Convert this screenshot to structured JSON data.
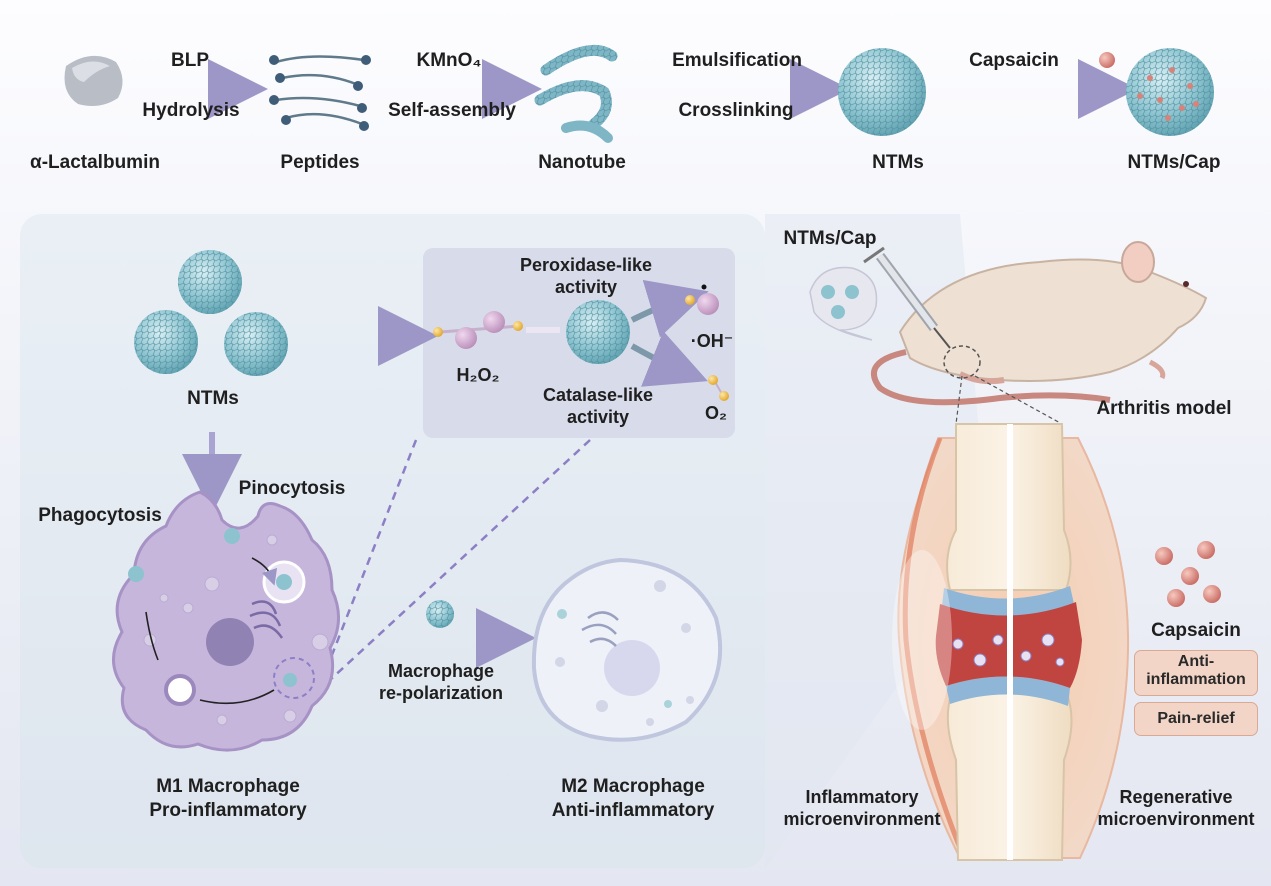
{
  "pipeline": {
    "steps": [
      {
        "name": "α-Lactalbumin"
      },
      {
        "name": "Peptides"
      },
      {
        "name": "Nanotube"
      },
      {
        "name": "NTMs"
      },
      {
        "name": "NTMs/Cap"
      }
    ],
    "arrow1": {
      "top": "BLP",
      "bottom": "Hydrolysis"
    },
    "arrow2": {
      "top": "KMnO₄",
      "bottom": "Self-assembly"
    },
    "arrow3": {
      "top": "Emulsification",
      "bottom": "Crosslinking"
    },
    "arrow4": {
      "top": "Capsaicin"
    }
  },
  "mechanism": {
    "ntms_label": "NTMs",
    "peroxidase": "Peroxidase-like activity",
    "peroxidase_l1": "Peroxidase-like",
    "peroxidase_l2": "activity",
    "catalase_l1": "Catalase-like",
    "catalase_l2": "activity",
    "h2o2": "H₂O₂",
    "oh": "·OH⁻",
    "o2": "O₂",
    "pinocytosis": "Pinocytosis",
    "phagocytosis": "Phagocytosis",
    "repolarization_l1": "Macrophage",
    "repolarization_l2": "re-polarization",
    "m1_l1": "M1 Macrophage",
    "m1_l2": "Pro-inflammatory",
    "m2_l1": "M2 Macrophage",
    "m2_l2": "Anti-inflammatory"
  },
  "invivo": {
    "injection_label": "NTMs/Cap",
    "model_label": "Arthritis model",
    "inflammatory_l1": "Inflammatory",
    "inflammatory_l2": "microenvironment",
    "regenerative_l1": "Regenerative",
    "regenerative_l2": "microenvironment",
    "capsaicin": "Capsaicin",
    "effect1_l1": "Anti-",
    "effect1_l2": "inflammation",
    "effect2": "Pain-relief"
  },
  "colors": {
    "arrow": "#9c97c6",
    "nanoparticle": "#8cc3cf",
    "macrophage_m1": "#c6b6dc",
    "macrophage_m2": "#eef1f8",
    "cartilage": "#8fb6d6",
    "synovium": "#c0443f",
    "capsaicin": "#d9827a",
    "badge": "#f3d5c8"
  }
}
